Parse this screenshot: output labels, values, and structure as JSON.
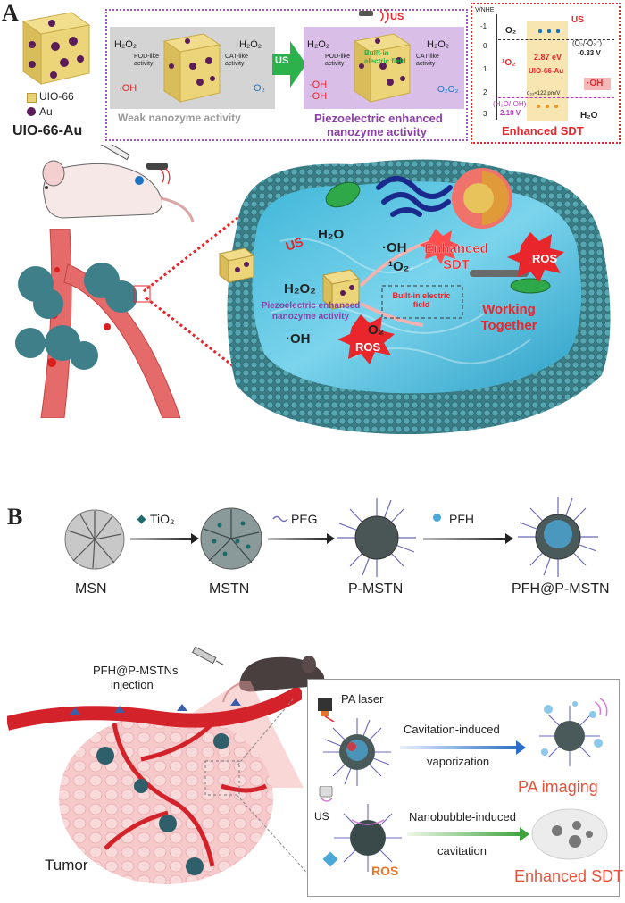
{
  "panels": {
    "a": "A",
    "b": "B"
  },
  "top": {
    "legend_uio": "UIO-66",
    "legend_au": "Au",
    "title_main": "UIO-66-Au",
    "weak": {
      "h2o2_left": "H₂O₂",
      "h2o2_right": "H₂O₂",
      "pod": "POD-like activity",
      "cat": "CAT-like activity",
      "oh": "·OH",
      "o2": "O₂",
      "caption": "Weak nanozyme activity"
    },
    "arrow_label": "US",
    "piezo": {
      "us": "US",
      "h2o2_left": "H₂O₂",
      "h2o2_right": "H₂O₂",
      "pod": "POD-like activity",
      "cat": "CAT-like activity",
      "field": "Built-in electric field",
      "oh1": "·OH",
      "oh2": "·OH",
      "o2s": "O₂O₂",
      "caption_1": "Piezoelectric enhanced",
      "caption_2": "nanozyme activity"
    },
    "energy": {
      "axis": "V/NHE",
      "ticks": [
        "-1",
        "0",
        "1",
        "2",
        "3"
      ],
      "o2": "O₂",
      "us": "US",
      "pair_o2": "(O₂/·O₂⁻)",
      "pair_o2_v": "-0.33 V",
      "gap": "2.87 eV",
      "singlet": "¹O₂",
      "material": "UIO-66-Au",
      "field_note": "d₃₃=122 pm/V",
      "oh": "·OH",
      "pair_oh": "(H₂O/·OH)",
      "pair_oh_v": "2.10 V",
      "h2o": "H₂O",
      "title": "Enhanced SDT"
    }
  },
  "cell": {
    "us": "US",
    "h2o": "H₂O",
    "oh_top": "·OH",
    "o2_singlet": "¹O₂",
    "h2o2": "H₂O₂",
    "enhanced_sdt": "Enhanced SDT",
    "ros_1": "ROS",
    "field": "Built-in electric field",
    "piezo": "Piezoelectric enhanced nanozyme activity",
    "o2": "O₂",
    "oh_bottom": "·OH",
    "ros_2": "ROS",
    "working": "Working Together"
  },
  "synthesis": {
    "step1": "TiO₂",
    "step2": "PEG",
    "step3": "PFH",
    "names": [
      "MSN",
      "MSTN",
      "P-MSTN",
      "PFH@P-MSTN"
    ]
  },
  "tumor_scene": {
    "injection_1": "PFH@P-MSTNs",
    "injection_2": "injection",
    "tumor": "Tumor",
    "laser": "PA laser",
    "cav_1": "Cavitation-induced",
    "cav_2": "vaporization",
    "pa_imaging": "PA imaging",
    "us": "US",
    "nano_1": "Nanobubble-induced",
    "nano_2": "cavitation",
    "ros": "ROS",
    "enhanced": "Enhanced SDT"
  },
  "colors": {
    "red_title": "#e8262b",
    "purple": "#8a3fa6",
    "cell_blue": "#3fb6d8",
    "membrane": "#3a7d86",
    "cube": "#e8d27a",
    "au": "#5a1d58",
    "vessel": "#e56a6a"
  }
}
